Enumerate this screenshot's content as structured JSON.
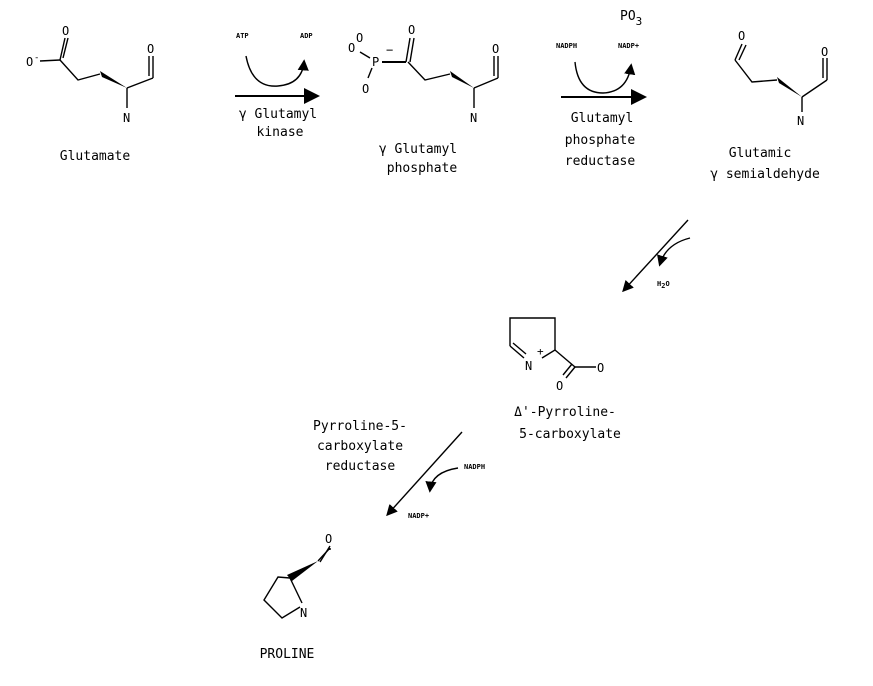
{
  "title": "Proline biosynthesis pathway",
  "compounds": {
    "glutamate": {
      "name": "Glutamate",
      "atoms": [
        "O",
        "O",
        "O",
        "N"
      ],
      "charge": "-"
    },
    "glutamyl_phosphate": {
      "name_line1": "γ Glutamyl",
      "name_line2": "phosphate",
      "atoms": [
        "O",
        "O",
        "P",
        "O",
        "O",
        "O",
        "N"
      ],
      "charge": "−"
    },
    "semialdehyde": {
      "name_line1": "Glutamic",
      "name_line2": "γ  semialdehyde",
      "atoms": [
        "O",
        "O",
        "N"
      ]
    },
    "p5c": {
      "name_line1": "Δ'-Pyrroline-",
      "name_line2": "5-carboxylate",
      "atoms": [
        "N",
        "+",
        "O",
        "O"
      ]
    },
    "proline": {
      "name": "PROLINE",
      "atoms": [
        "O",
        "N"
      ]
    }
  },
  "reactions": [
    {
      "enzyme_line1": "γ Glutamyl",
      "enzyme_line2": "kinase",
      "cofactor_in": "ATP",
      "cofactor_out": "ADP"
    },
    {
      "enzyme_line1": "Glutamyl",
      "enzyme_line2": "phosphate",
      "enzyme_line3": "reductase",
      "cofactor_in": "NADPH",
      "cofactor_out": "NADP+",
      "byproduct": "PO",
      "byproduct_sub": "3"
    },
    {
      "byproduct": "H",
      "byproduct_sub": "2",
      "byproduct_tail": "O"
    },
    {
      "enzyme_line1": "Pyrroline-5-",
      "enzyme_line2": "carboxylate",
      "enzyme_line3": "reductase",
      "cofactor_in": "NADPH",
      "cofactor_out": "NADP+"
    }
  ]
}
